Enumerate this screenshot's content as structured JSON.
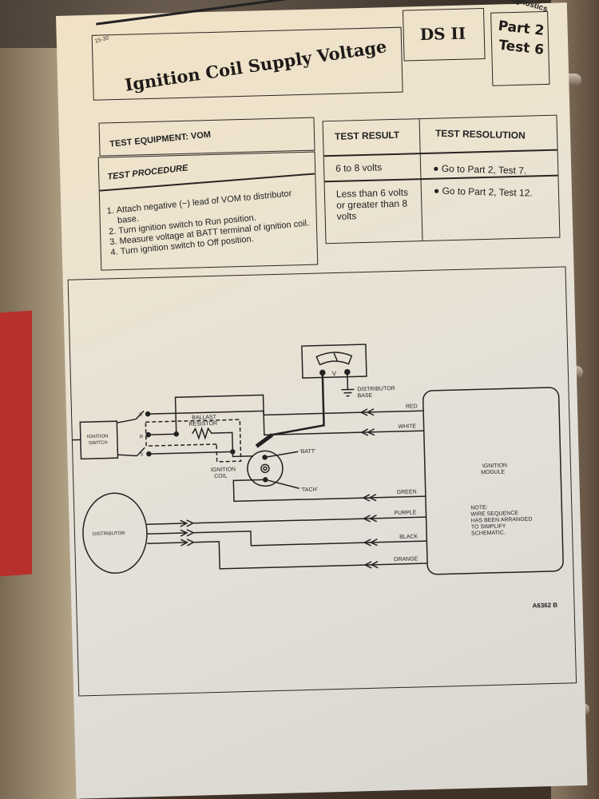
{
  "page": {
    "page_number": "15-30",
    "section": "Diagnostics",
    "title": "Ignition Coil Supply Voltage",
    "code": "DS II",
    "part": "Part 2",
    "test": "Test 6"
  },
  "equipment": {
    "label": "TEST EQUIPMENT: VOM"
  },
  "procedure": {
    "header": "TEST PROCEDURE",
    "steps": [
      "Attach negative (−) lead of VOM to distributor base.",
      "Turn ignition switch to Run position.",
      "Measure voltage at BATT terminal of ignition coil.",
      "Turn ignition switch to Off position."
    ]
  },
  "results_table": {
    "header_result": "TEST RESULT",
    "header_resolution": "TEST RESOLUTION",
    "rows": [
      {
        "result": "6 to 8 volts",
        "resolution": "Go to Part 2, Test 7."
      },
      {
        "result": "Less than 6 volts or greater than 8 volts",
        "resolution": "Go to Part 2, Test 12."
      }
    ]
  },
  "schematic": {
    "meter_label": "V",
    "ground_label_1": "DISTRIBUTOR",
    "ground_label_2": "BASE",
    "switch_label_1": "IGNITION",
    "switch_label_2": "SWITCH",
    "terminal_s": "S",
    "terminal_r": "R",
    "resistor_label_1": "BALLAST",
    "resistor_label_2": "RESISTOR",
    "coil_label_1": "IGNITION",
    "coil_label_2": "COIL",
    "batt_label": "'BATT'",
    "tach_label": "'TACH'",
    "distributor_label": "DISTRIBUTOR",
    "module_label_1": "IGNITION",
    "module_label_2": "MODULE",
    "note": [
      "NOTE:",
      "WIRE SEQUENCE",
      "HAS BEEN ARRANGED",
      "TO SIMPLIFY",
      "SCHEMATIC."
    ],
    "wires": [
      "RED",
      "WHITE",
      "GREEN",
      "PURPLE",
      "BLACK",
      "ORANGE"
    ],
    "figure_ref": "A6362 B"
  }
}
